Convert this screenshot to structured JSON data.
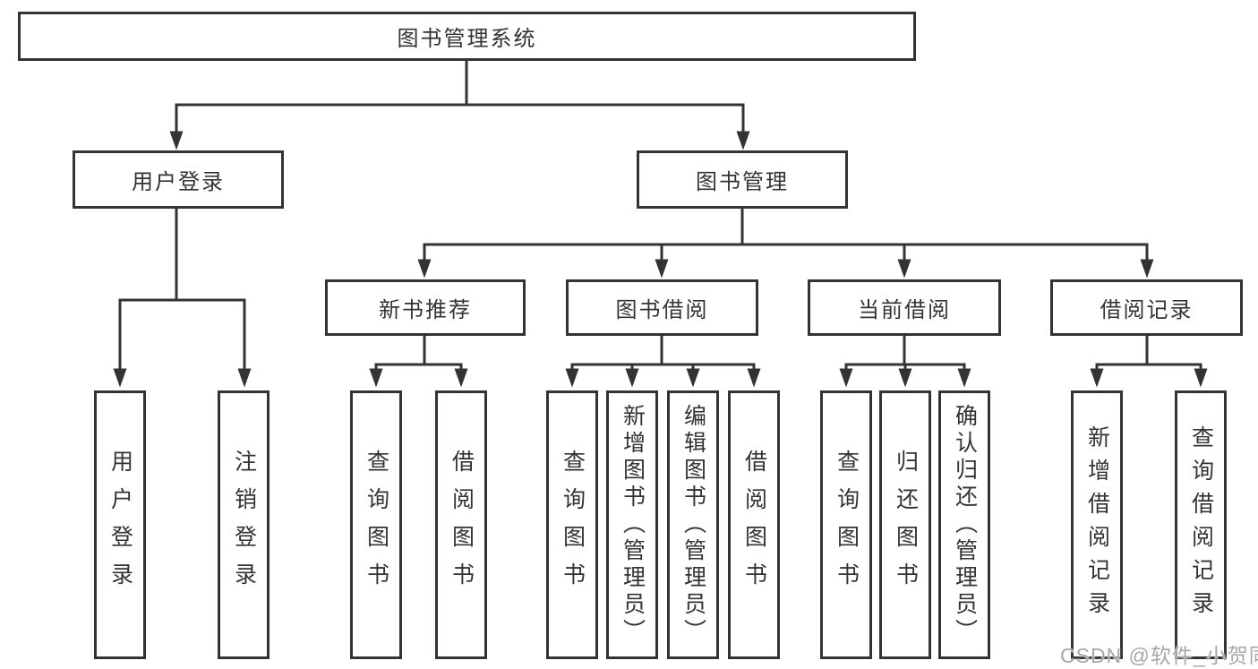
{
  "diagram": {
    "root": {
      "label": "图书管理系统"
    },
    "branches": [
      {
        "label": "用户登录",
        "children": [
          {
            "label": "用户登录"
          },
          {
            "label": "注销登录"
          }
        ]
      },
      {
        "label": "图书管理",
        "sections": [
          {
            "label": "新书推荐",
            "children": [
              {
                "label": "查询图书"
              },
              {
                "label": "借阅图书"
              }
            ]
          },
          {
            "label": "图书借阅",
            "children": [
              {
                "label": "查询图书"
              },
              {
                "label": "新增图书（管理员）"
              },
              {
                "label": "编辑图书（管理员）"
              },
              {
                "label": "借阅图书"
              }
            ]
          },
          {
            "label": "当前借阅",
            "children": [
              {
                "label": "查询图书"
              },
              {
                "label": "归还图书"
              },
              {
                "label": "确认归还（管理员）"
              }
            ]
          },
          {
            "label": "借阅记录",
            "children": [
              {
                "label": "新增借阅记录"
              },
              {
                "label": "查询借阅记录"
              }
            ]
          }
        ]
      }
    ]
  },
  "watermark": {
    "text": "CSDN @软件_小贺同学"
  },
  "colors": {
    "line": "#333333",
    "border": "#333333",
    "text": "#333333",
    "background": "#ffffff",
    "watermark": "#a8a8a8"
  }
}
